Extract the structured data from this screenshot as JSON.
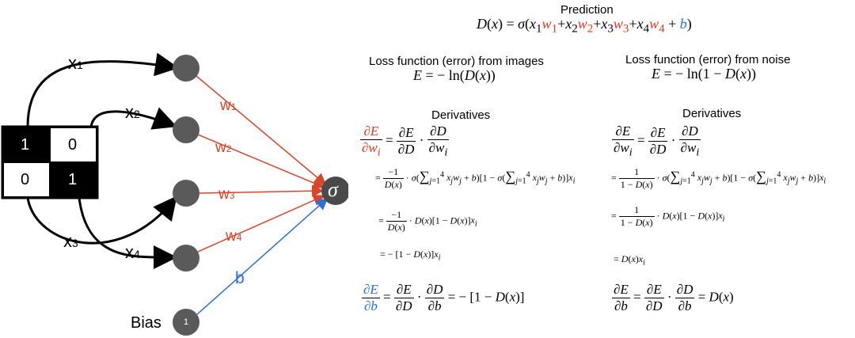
{
  "diagram": {
    "inputs": [
      "x1",
      "x2",
      "x3",
      "x4"
    ],
    "weights": [
      "w1",
      "w2",
      "w3",
      "w4"
    ],
    "bias_edge_label": "b",
    "bias_node_label": "Bias",
    "bias_node_value": "1",
    "output_symbol": "σ",
    "image_cells": [
      "1",
      "0",
      "0",
      "1"
    ]
  },
  "equations": {
    "prediction_title": "Prediction",
    "loss_images_title": "Loss function (error) from images",
    "loss_noise_title": "Loss function (error) from noise",
    "derivatives_title_left": "Derivatives",
    "derivatives_title_right": "Derivatives"
  },
  "colors": {
    "weight_edge": "#d9442a",
    "bias_edge": "#2a6fd6",
    "node_fill": "#5a5a5a",
    "black": "#000000"
  }
}
